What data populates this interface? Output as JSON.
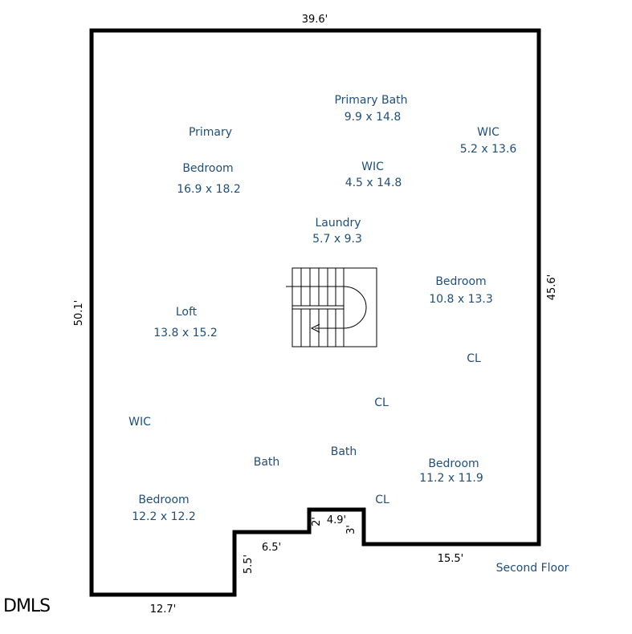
{
  "floor_label": "Second Floor",
  "logo": "DMLS",
  "rooms": {
    "primary_bath": {
      "name": "Primary Bath",
      "size": "9.9 x 14.8"
    },
    "primary_bedroom": {
      "name_line1": "Primary",
      "name_line2": "Bedroom",
      "size": "16.9 x 18.2"
    },
    "wic_primary_bath": {
      "name": "WIC",
      "size": "4.5 x 14.8"
    },
    "wic_right": {
      "name": "WIC",
      "size": "5.2 x 13.6"
    },
    "laundry": {
      "name": "Laundry",
      "size": "5.7 x 9.3"
    },
    "bedroom_right": {
      "name": "Bedroom",
      "size": "10.8 x 13.3"
    },
    "loft": {
      "name": "Loft",
      "size": "13.8 x 15.2"
    },
    "cl_right": {
      "name": "CL"
    },
    "cl_center": {
      "name": "CL"
    },
    "cl_bottom": {
      "name": "CL"
    },
    "wic_left": {
      "name": "WIC"
    },
    "bath_left": {
      "name": "Bath"
    },
    "bath_center": {
      "name": "Bath"
    },
    "bedroom_bottom_right": {
      "name": "Bedroom",
      "size": "11.2 x 11.9"
    },
    "bedroom_bottom_left": {
      "name": "Bedroom",
      "size": "12.2 x 12.2"
    }
  },
  "dimensions": {
    "top": "39.6'",
    "left": "50.1'",
    "right": "45.6'",
    "bottom_left": "12.7'",
    "step_vertical_left": "5.5'",
    "step_horizontal_left": "6.5'",
    "notch_left": "2'",
    "notch_top": "4.9'",
    "notch_right": "3'",
    "bottom_right": "15.5'"
  },
  "colors": {
    "room_text": "#1f4e79",
    "wall": "#000000"
  }
}
